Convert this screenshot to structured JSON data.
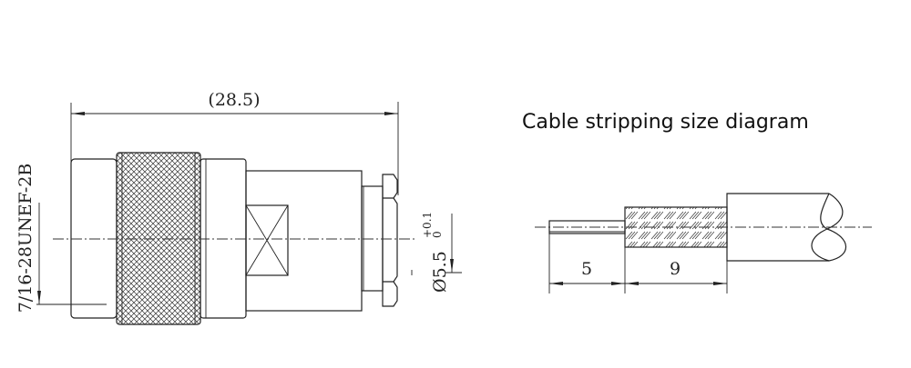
{
  "connector_drawing": {
    "overall_length": "(28.5)",
    "thread_spec": "7/16-28UNEF-2B",
    "bore_diameter": "Ø5.5",
    "tolerance_upper": "+0.1",
    "tolerance_lower": "0"
  },
  "stripping_diagram": {
    "title": "Cable stripping size diagram",
    "conductor_length": "5",
    "braid_length": "9"
  }
}
